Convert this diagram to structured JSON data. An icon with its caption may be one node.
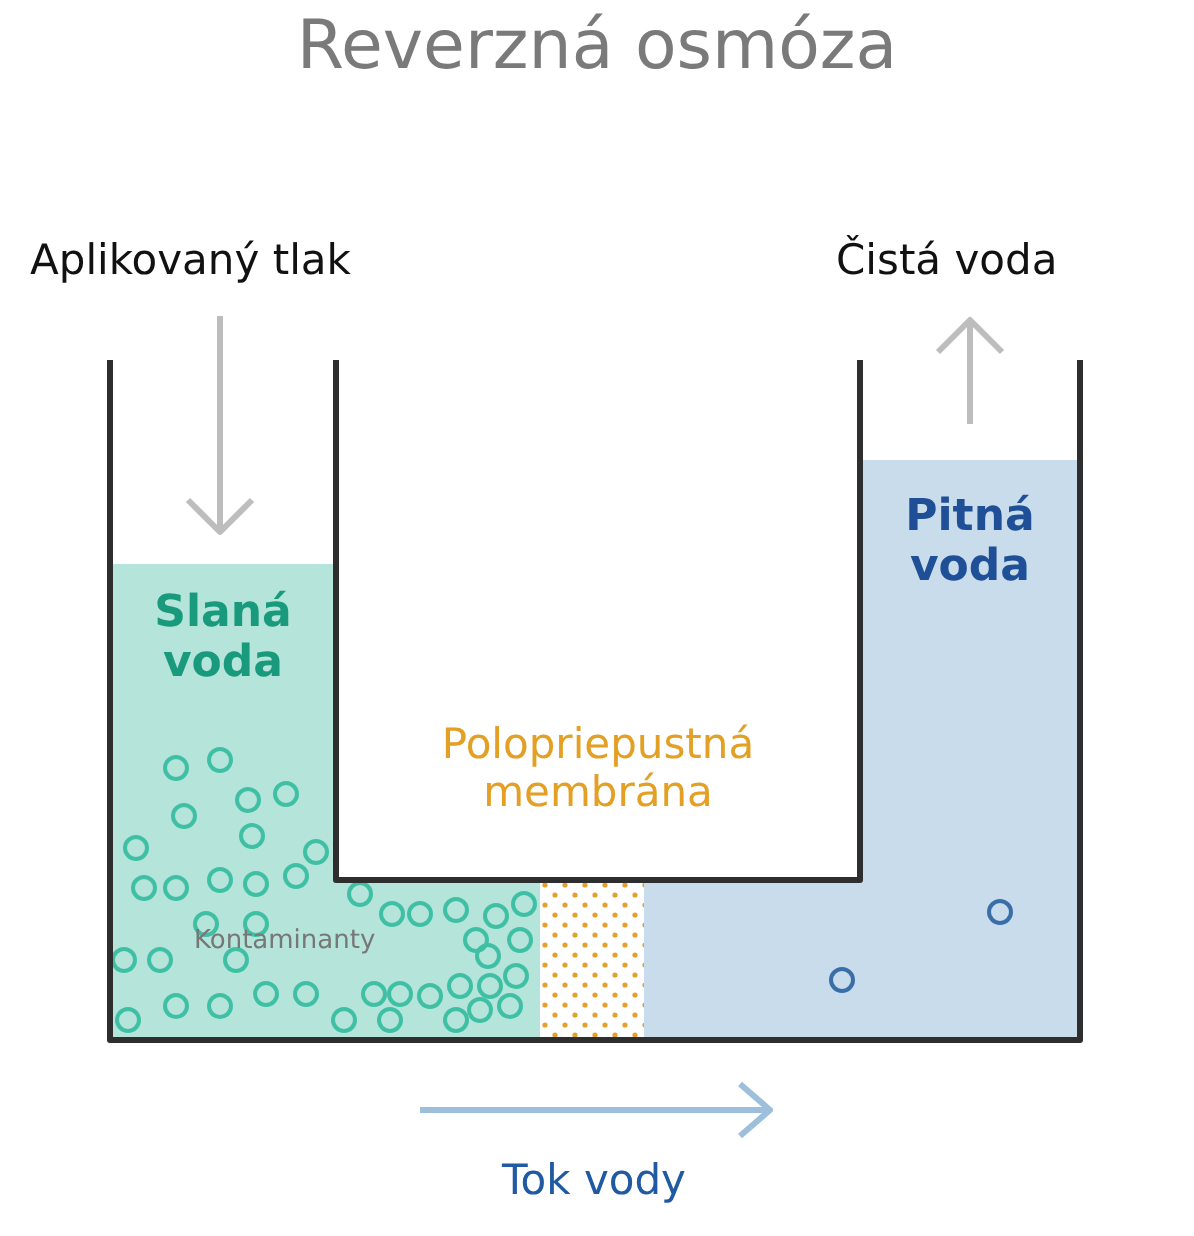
{
  "diagram": {
    "title": "Reverzná osmóza",
    "nodes": [
      {
        "text": [
          "Slaná voda",
          "Kontaminanty"
        ]
      },
      {
        "text": [
          "Pitná voda"
        ]
      }
    ],
    "edges": [],
    "labels": [
      "Aplikovaný tlak",
      "Čistá voda",
      "Polopriepustná membrána",
      "Tok vody"
    ]
  }
}
